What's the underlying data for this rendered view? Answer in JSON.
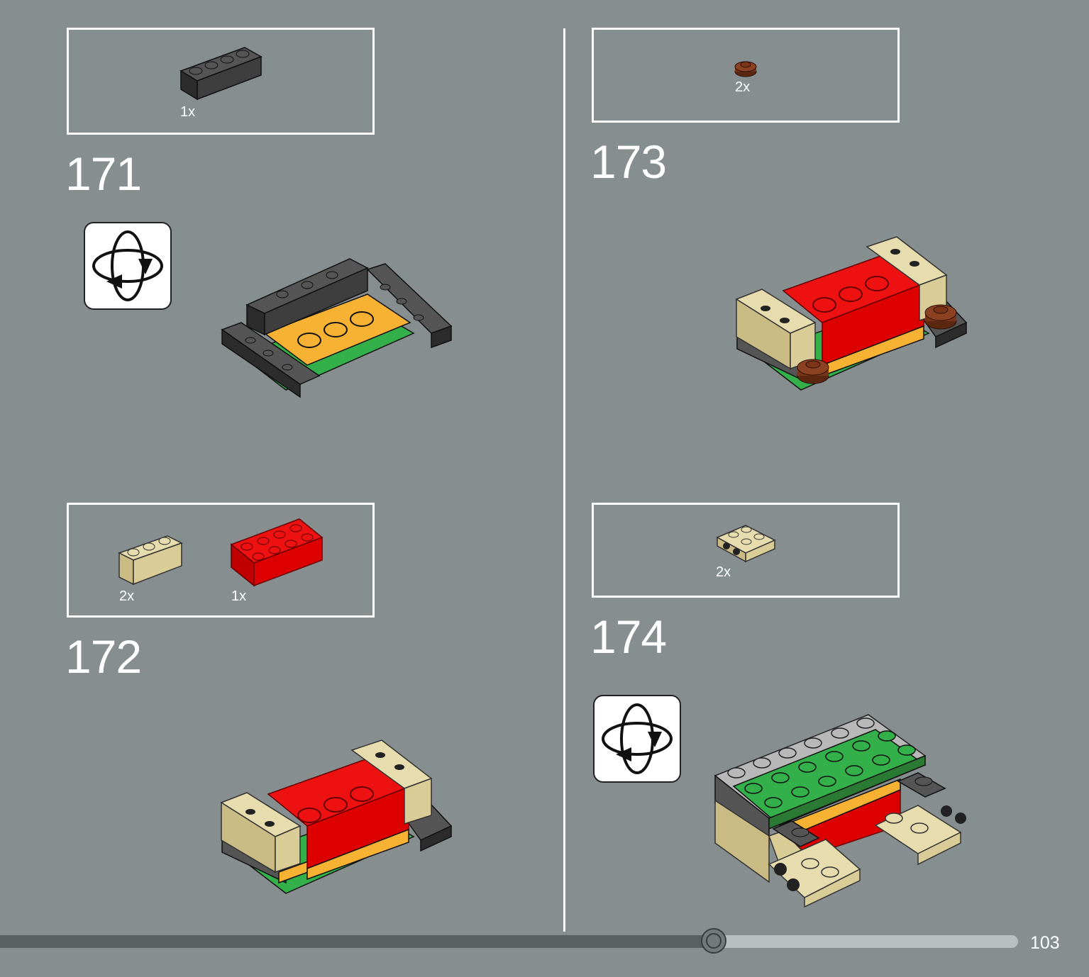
{
  "steps": [
    {
      "number": "171",
      "parts": [
        {
          "qty": "1x"
        }
      ]
    },
    {
      "number": "172",
      "parts": [
        {
          "qty": "2x"
        },
        {
          "qty": "1x"
        }
      ]
    },
    {
      "number": "173",
      "parts": [
        {
          "qty": "2x"
        }
      ]
    },
    {
      "number": "174",
      "parts": [
        {
          "qty": "2x"
        }
      ]
    }
  ],
  "icons": {
    "rotate": "rotate-model-icon"
  },
  "colors": {
    "background": "#878e90",
    "dark_gray": "#3a3a3a",
    "light_gray": "#b8b8b8",
    "tan": "#d9cc96",
    "red": "#dd0000",
    "green": "#33b04a",
    "orange": "#f7b233",
    "reddish_brown": "#7a3519"
  },
  "footer": {
    "page_number": "103",
    "progress": 0.701
  }
}
